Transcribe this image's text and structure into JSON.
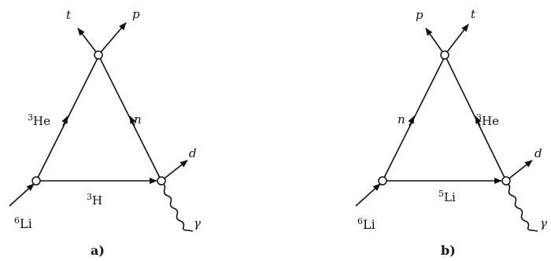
{
  "diagrams": [
    {
      "caption": "a)",
      "top_left_out": "t",
      "top_right_out": "p",
      "left_edge": {
        "sup": "3",
        "base": "He"
      },
      "right_edge": "n",
      "bottom_edge": {
        "sup": "3",
        "base": "H"
      },
      "incoming": {
        "sup": "6",
        "base": "Li"
      },
      "out_right": "d",
      "photon": "γ"
    },
    {
      "caption": "b)",
      "top_left_out": "p",
      "top_right_out": "t",
      "left_edge": "n",
      "right_edge": {
        "sup": "3",
        "base": "He"
      },
      "bottom_edge": {
        "sup": "5",
        "base": "Li"
      },
      "incoming": {
        "sup": "6",
        "base": "Li"
      },
      "out_right": "d",
      "photon": "γ"
    }
  ]
}
